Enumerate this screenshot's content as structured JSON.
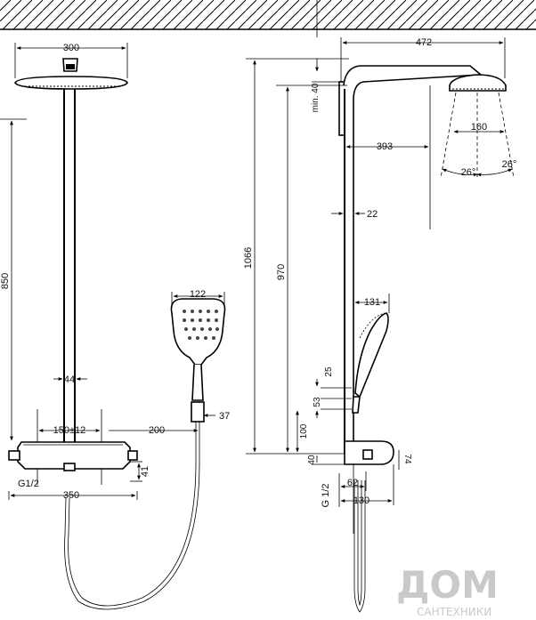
{
  "dimensions": {
    "head_width": "300",
    "arm_length": "472",
    "min_height": "min. 40",
    "spray_diameter": "160",
    "arm_reach": "393",
    "angle_left": "26°",
    "angle_right": "26°",
    "pipe_diameter_side": "22",
    "height_total": "1066",
    "height_riser": "970",
    "height_850": "850",
    "pipe_diameter_front": "44",
    "hand_shower_width": "122",
    "hand_shower_side": "131",
    "holder_size": "37",
    "spacing_25": "25",
    "spacing_53": "53",
    "spacing_100": "100",
    "spacing_40": "40",
    "depth_74": "74",
    "connection_spacing": "150±12",
    "hose_offset": "200",
    "thread_front": "G1/2",
    "thread_side": "G 1/2",
    "thermostat_width": "350",
    "thermostat_height": "41",
    "wall_distance": "62",
    "depth_130": "130"
  },
  "watermark": {
    "word": "ДОМ",
    "subtitle": "САНТЕХНИКИ"
  }
}
